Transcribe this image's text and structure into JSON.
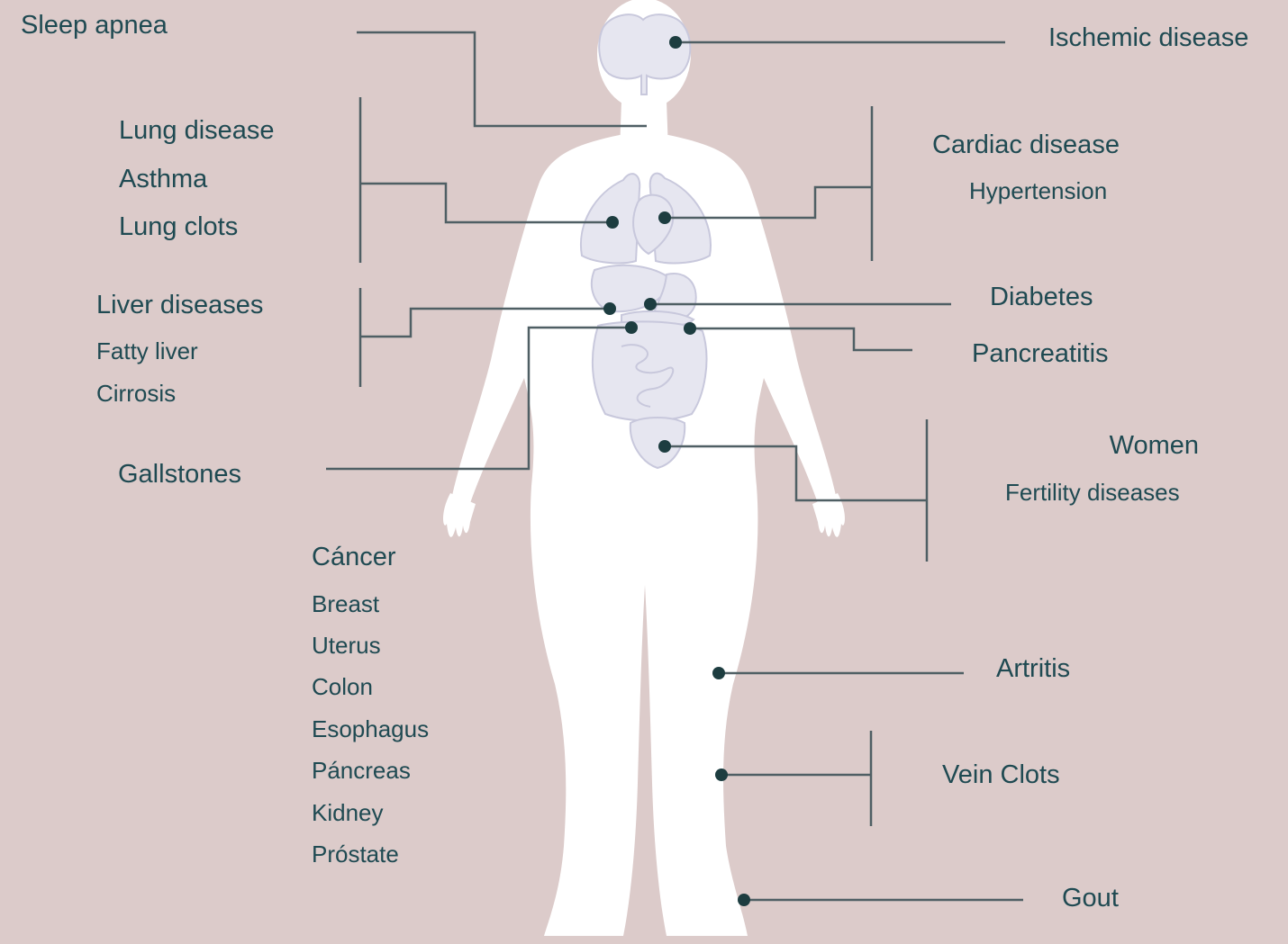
{
  "colors": {
    "background": "#dccbca",
    "body": "#ffffff",
    "organs": "#e6e6f0",
    "organ_outline": "#c8c8dc",
    "line": "#4f5f64",
    "dot": "#1d3d40",
    "text": "#1f4a52"
  },
  "labels": {
    "sleep_apnea": "Sleep apnea",
    "ischemic": "Ischemic disease",
    "lung": {
      "title": "Lung disease",
      "items": [
        "Asthma",
        "Lung clots"
      ]
    },
    "cardiac": {
      "title": "Cardiac disease",
      "items": [
        "Hypertension"
      ]
    },
    "liver": {
      "title": "Liver diseases",
      "items": [
        "Fatty liver",
        "Cirrosis"
      ]
    },
    "diabetes": "Diabetes",
    "pancreatitis": "Pancreatitis",
    "gallstones": "Gallstones",
    "women": {
      "title": "Women",
      "items": [
        "Fertility diseases"
      ]
    },
    "cancer": {
      "title": "Cáncer",
      "items": [
        "Breast",
        "Uterus",
        "Colon",
        "Esophagus",
        "Páncreas",
        "Kidney",
        "Próstate"
      ]
    },
    "artritis": "Artritis",
    "vein_clots": "Vein Clots",
    "gout": "Gout"
  }
}
